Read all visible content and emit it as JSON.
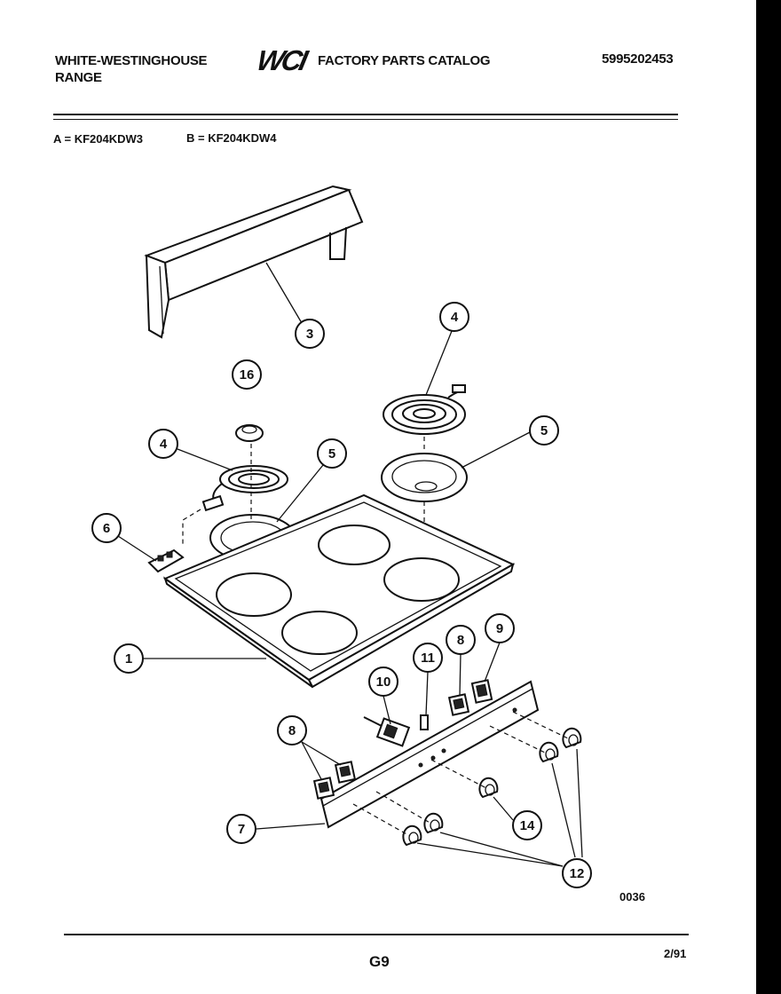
{
  "header": {
    "brand_line1": "WHITE-WESTINGHOUSE",
    "brand_line2": "RANGE",
    "logo_text": "WCI",
    "catalog_title": "FACTORY PARTS CATALOG",
    "catalog_number": "5995202453"
  },
  "models": [
    {
      "label": "A = KF204KDW3"
    },
    {
      "label": "B = KF204KDW4"
    }
  ],
  "callouts": [
    "1",
    "3",
    "4",
    "4",
    "5",
    "5",
    "6",
    "7",
    "8",
    "8",
    "9",
    "10",
    "11",
    "12",
    "14",
    "16"
  ],
  "footer": {
    "figure_code": "0036",
    "page": "G9",
    "date": "2/91"
  }
}
